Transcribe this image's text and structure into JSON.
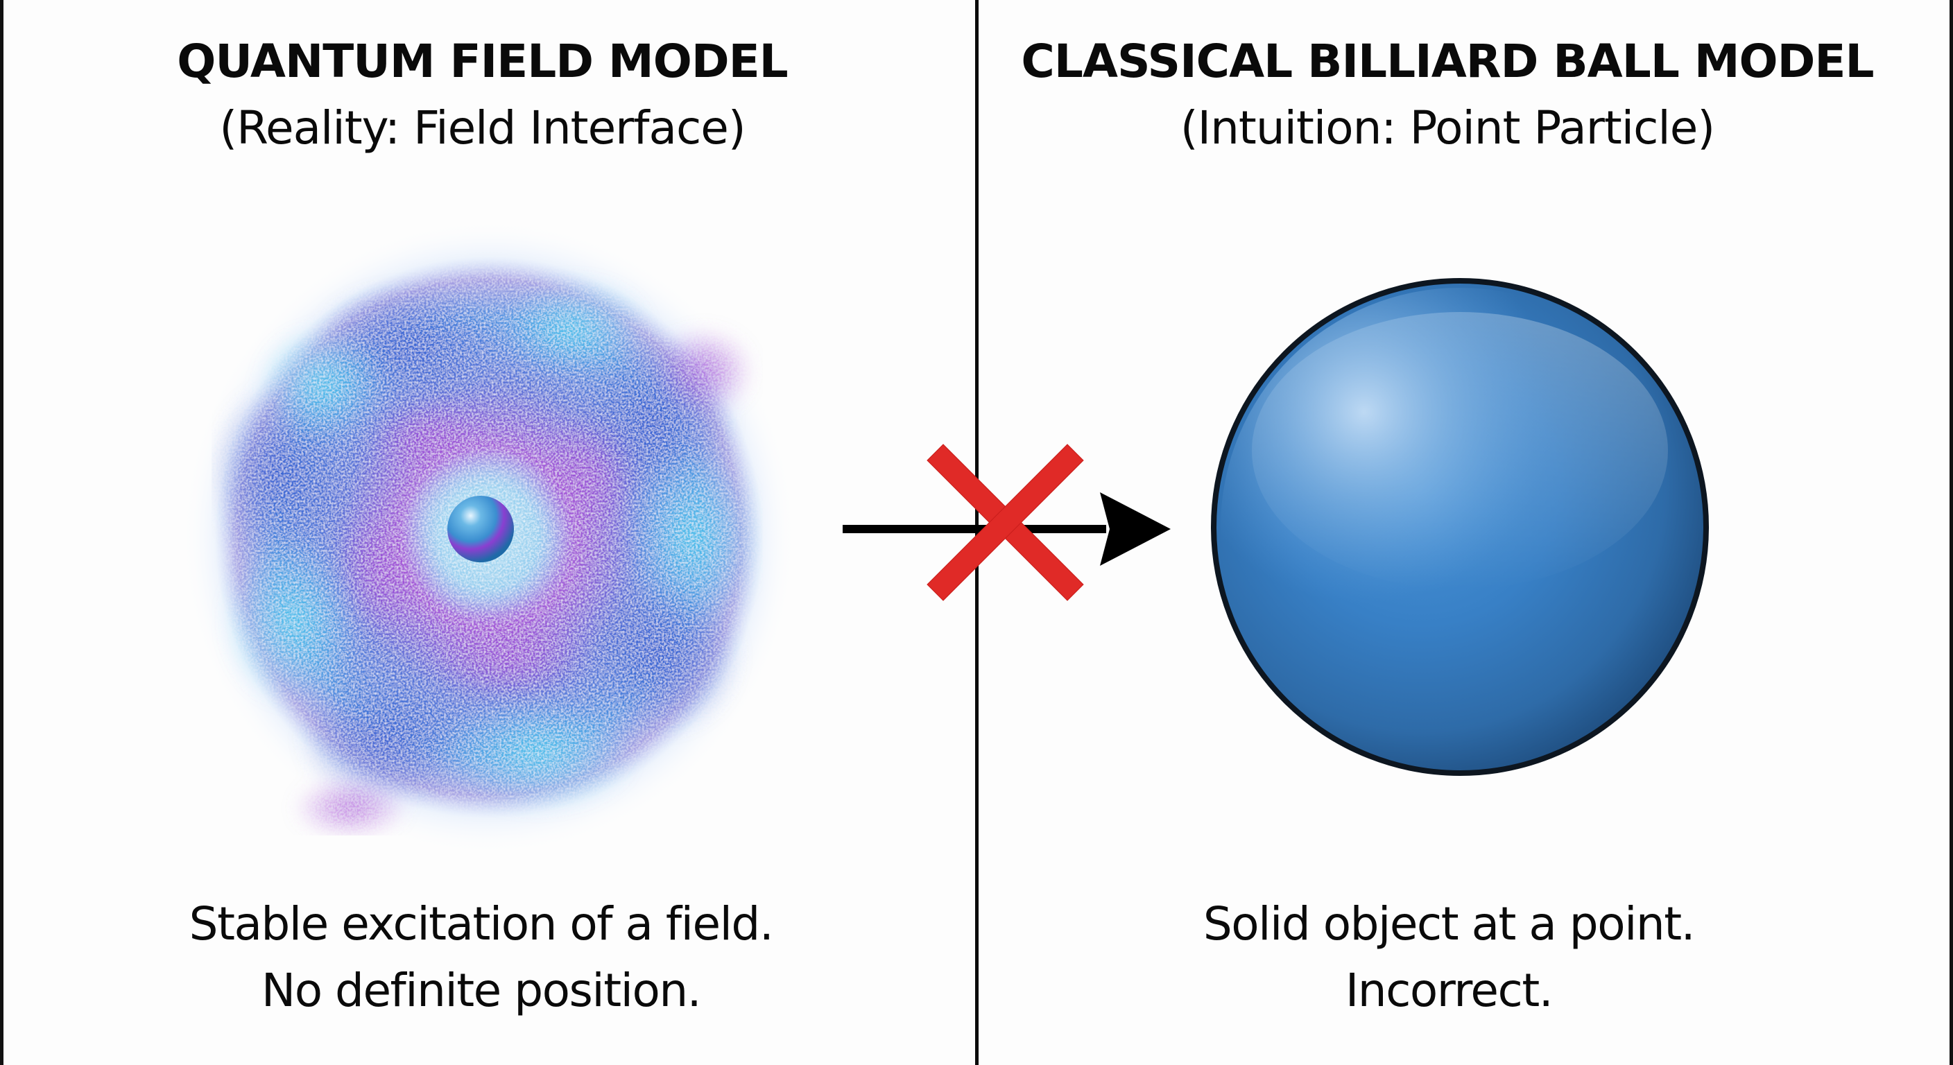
{
  "left_panel": {
    "title": "QUANTUM FIELD MODEL",
    "subtitle": "(Reality: Field Interface)",
    "caption_lines": [
      "Stable excitation of a field.",
      "No definite position."
    ],
    "illustration": "quantum-field-cloud",
    "colors": {
      "cloud_blue": "#3f6fd8",
      "cloud_cyan": "#4cc4ea",
      "cloud_purple": "#9a4fd6",
      "core_particle": "#2f8bd0"
    }
  },
  "right_panel": {
    "title": "CLASSICAL BILLIARD BALL MODEL",
    "subtitle": "(Intuition: Point Particle)",
    "caption_lines": [
      "Solid object at a point.",
      "Incorrect."
    ],
    "illustration": "solid-blue-sphere",
    "colors": {
      "ball_fill": "#3a7fc4",
      "ball_outline": "#0d1620"
    }
  },
  "transition": {
    "arrow_icon": "right-arrow",
    "rejection_icon": "red-x-cross",
    "colors": {
      "arrow": "#000000",
      "cross": "#e02a27"
    }
  },
  "layout": {
    "divider_color": "#0b0b0b",
    "background": "#fdfdfd"
  }
}
